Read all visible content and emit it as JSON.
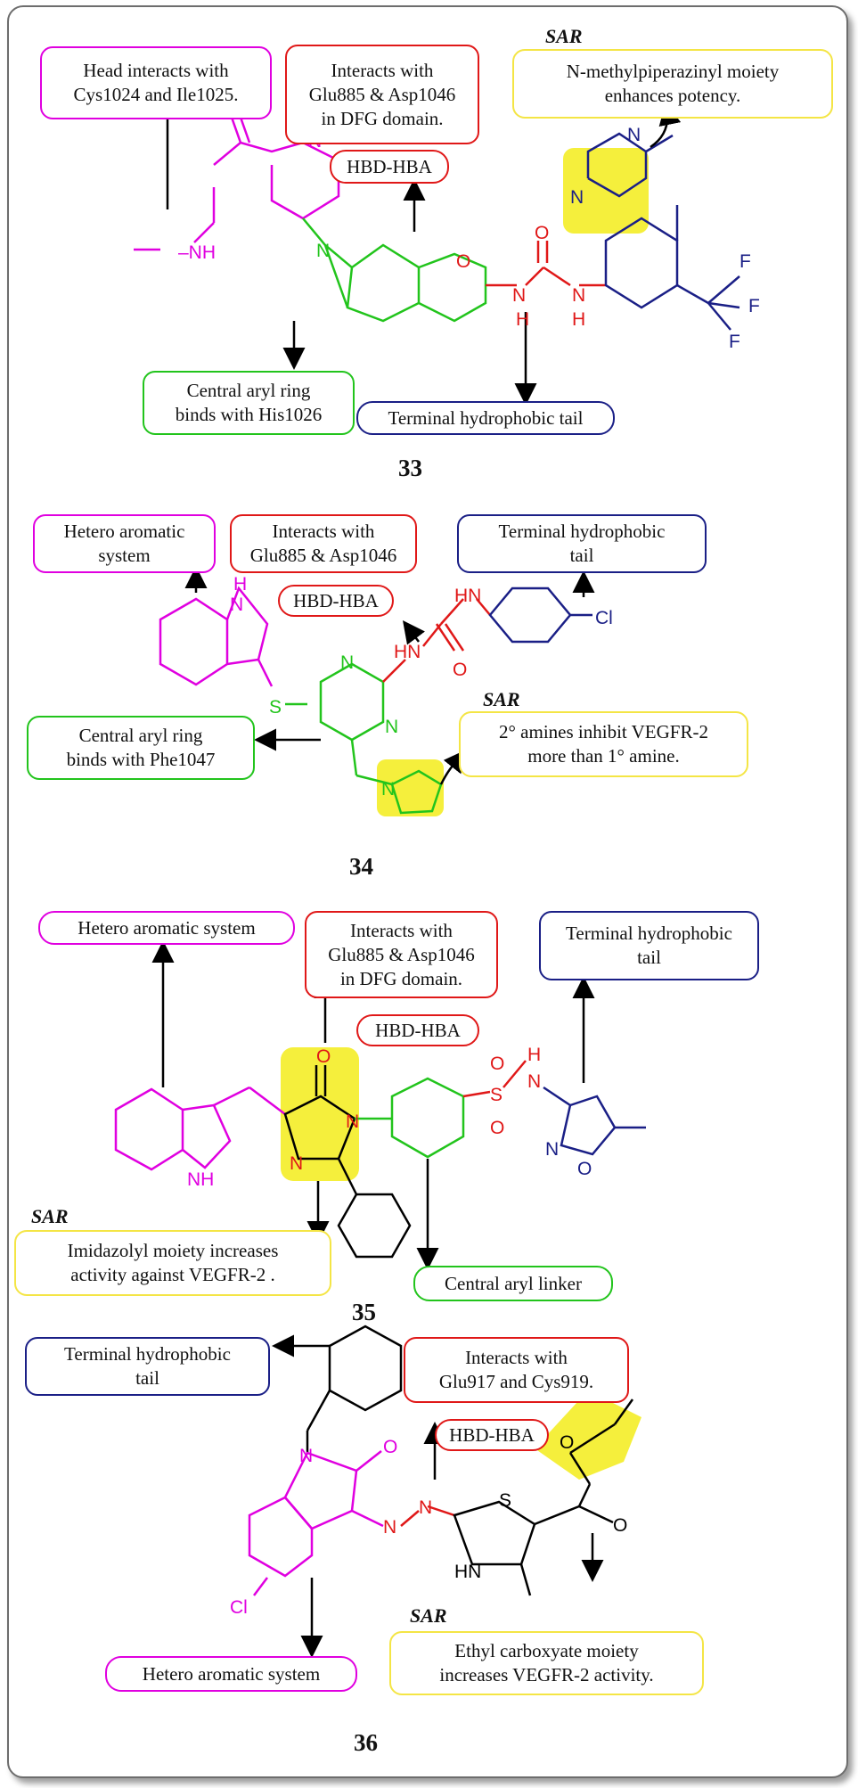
{
  "compounds": [
    {
      "number": "33",
      "labels": {
        "head": "Head interacts with\nCys1024 and Ile1025.",
        "dfg": "Interacts with\nGlu885 & Asp1046\nin DFG domain.",
        "sar_note": "N-methylpiperazinyl moiety\nenhances potency.",
        "hbd": "HBD-HBA",
        "central": "Central aryl ring\nbinds with His1026",
        "tail": "Terminal hydrophobic tail"
      }
    },
    {
      "number": "34",
      "labels": {
        "hetero": "Hetero aromatic\nsystem",
        "dfg": "Interacts with\nGlu885 & Asp1046",
        "tail": "Terminal hydrophobic\ntail",
        "hbd": "HBD-HBA",
        "central": "Central aryl ring\nbinds with Phe1047",
        "sar_note": "2° amines inhibit VEGFR-2\nmore than 1° amine."
      }
    },
    {
      "number": "35",
      "labels": {
        "hetero": "Hetero aromatic system",
        "dfg": "Interacts with\nGlu885 & Asp1046\nin DFG domain.",
        "tail": "Terminal hydrophobic\ntail",
        "hbd": "HBD-HBA",
        "sar_note": "Imidazolyl moiety increases\nactivity against VEGFR-2 .",
        "central": "Central aryl linker"
      }
    },
    {
      "number": "36",
      "labels": {
        "tail": "Terminal hydrophobic\ntail",
        "dfg": "Interacts with\nGlu917 and Cys919.",
        "hbd": "HBD-HBA",
        "sar_note": "Ethyl carboxyate moiety\nincreases VEGFR-2 activity.",
        "hetero": "Hetero aromatic system"
      }
    }
  ],
  "sar_heading": "SAR",
  "atoms": {
    "N": "N",
    "NH": "NH",
    "HN": "HN",
    "H": "H",
    "O": "O",
    "S": "S",
    "F": "F",
    "Cl": "Cl",
    "methylamide": "–NH"
  },
  "colors": {
    "magenta": "#e000e0",
    "red": "#e01818",
    "blue": "#1a1f86",
    "green": "#22c41c",
    "yellow": "#f4e545",
    "highlight": "#f5ef3c"
  }
}
